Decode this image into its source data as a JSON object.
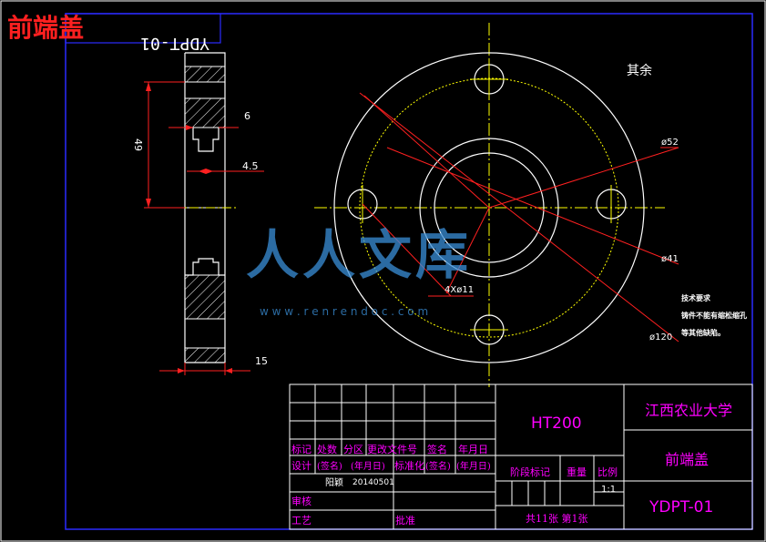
{
  "header": {
    "title": "前端盖",
    "code_mirrored": "YDPT-01"
  },
  "notes": {
    "surface": "其余",
    "tech_title": "技术要求",
    "tech_line1": "铸件不能有缩松缩孔",
    "tech_line2": "等其他缺陷。"
  },
  "dims": {
    "d52": "ø52",
    "d41": "ø41",
    "d120": "ø120",
    "holes": "4Xø11",
    "h49": "49",
    "w6": "6",
    "w45": "4.5",
    "w15": "15"
  },
  "watermark": {
    "brand": "人人文库",
    "url": "w w w . r e n r e n d o c . c o m"
  },
  "title_block": {
    "material": "HT200",
    "university": "江西农业大学",
    "part_name": "前端盖",
    "drawing_no": "YDPT-01",
    "hdr_mark": "标记",
    "hdr_qty": "处数",
    "hdr_zone": "分区",
    "hdr_doc": "更改文件号",
    "hdr_sign": "签名",
    "hdr_date": "年月日",
    "design": "设计",
    "sig1": "(签名)",
    "date1": "(年月日)",
    "standard": "标准化",
    "sig2": "(签名)",
    "date2": "(年月日)",
    "designer": "阳颖",
    "design_date": "20140501",
    "stage": "阶段标记",
    "weight": "重量",
    "scale_label": "比例",
    "scale": "1:1",
    "review": "审核",
    "process": "工艺",
    "approve": "批准",
    "sheets": "共11张 第1张"
  },
  "colors": {
    "frame": "#2b2bff",
    "line": "#ffffff",
    "dim": "#ff2020",
    "center": "#ffff00",
    "text": "#ff00ff",
    "watermark": "#3a8fd8"
  }
}
